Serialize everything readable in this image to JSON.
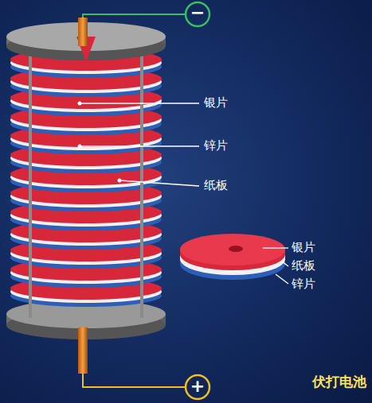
{
  "diagram": {
    "caption": "伏打电池",
    "labels": [
      "−",
      "银片",
      "锌片",
      "纸板",
      "银片",
      "纸板",
      "锌片",
      "+"
    ]
  }
}
